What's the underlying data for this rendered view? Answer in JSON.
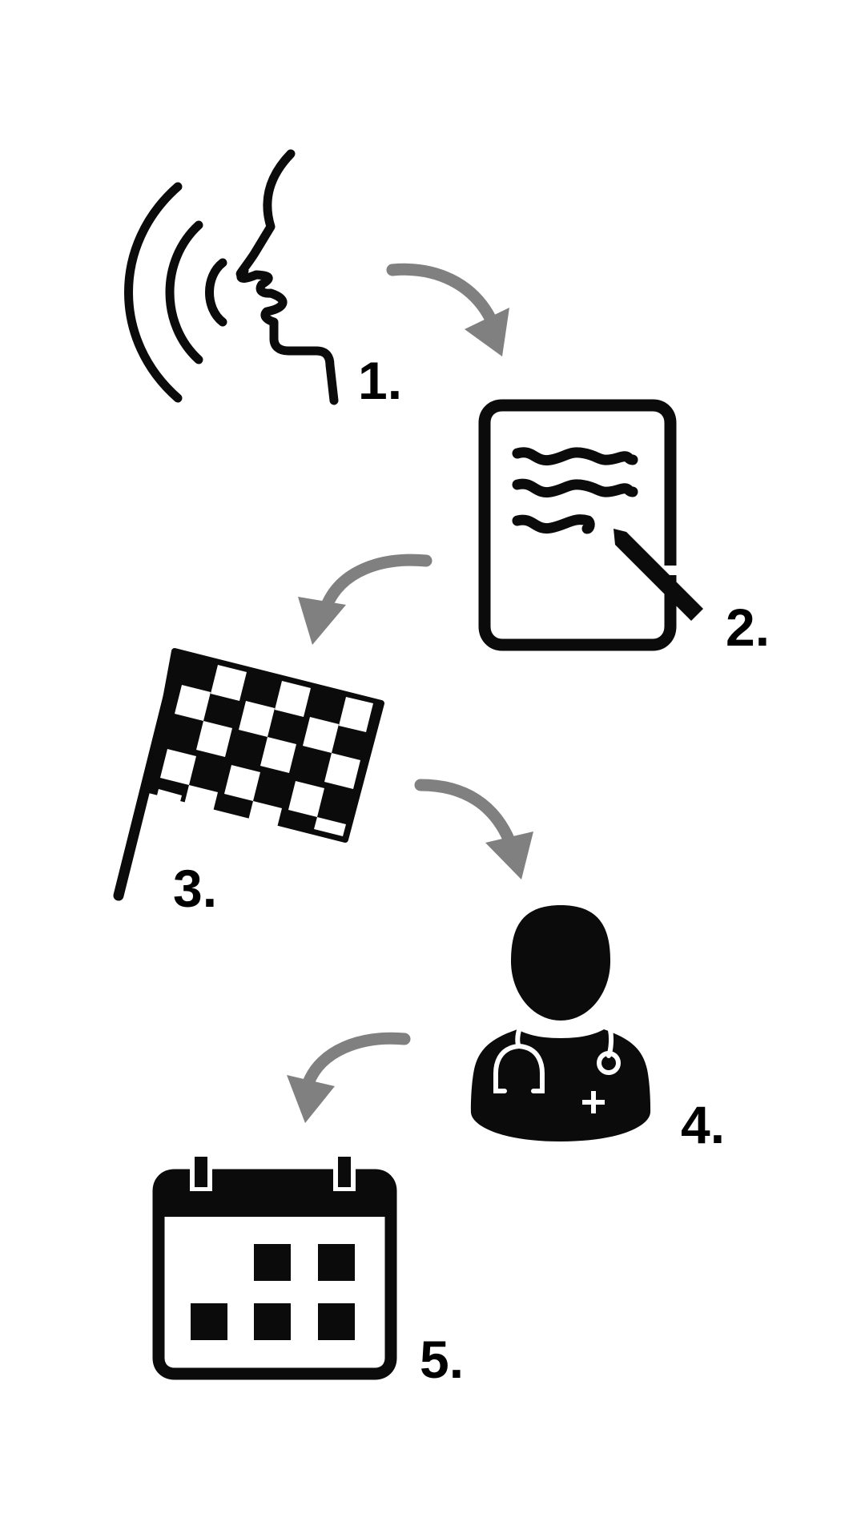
{
  "colors": {
    "icon": "#0b0b0b",
    "arrow": "#808080",
    "background": "#ffffff"
  },
  "steps": [
    {
      "number": "1.",
      "icon": "speaking-head-icon"
    },
    {
      "number": "2.",
      "icon": "document-with-pen-icon"
    },
    {
      "number": "3.",
      "icon": "checkered-flag-icon"
    },
    {
      "number": "4.",
      "icon": "doctor-icon"
    },
    {
      "number": "5.",
      "icon": "calendar-icon"
    }
  ],
  "arrows": [
    {
      "from": "1.",
      "to": "2."
    },
    {
      "from": "2.",
      "to": "3."
    },
    {
      "from": "3.",
      "to": "4."
    },
    {
      "from": "4.",
      "to": "5."
    }
  ]
}
